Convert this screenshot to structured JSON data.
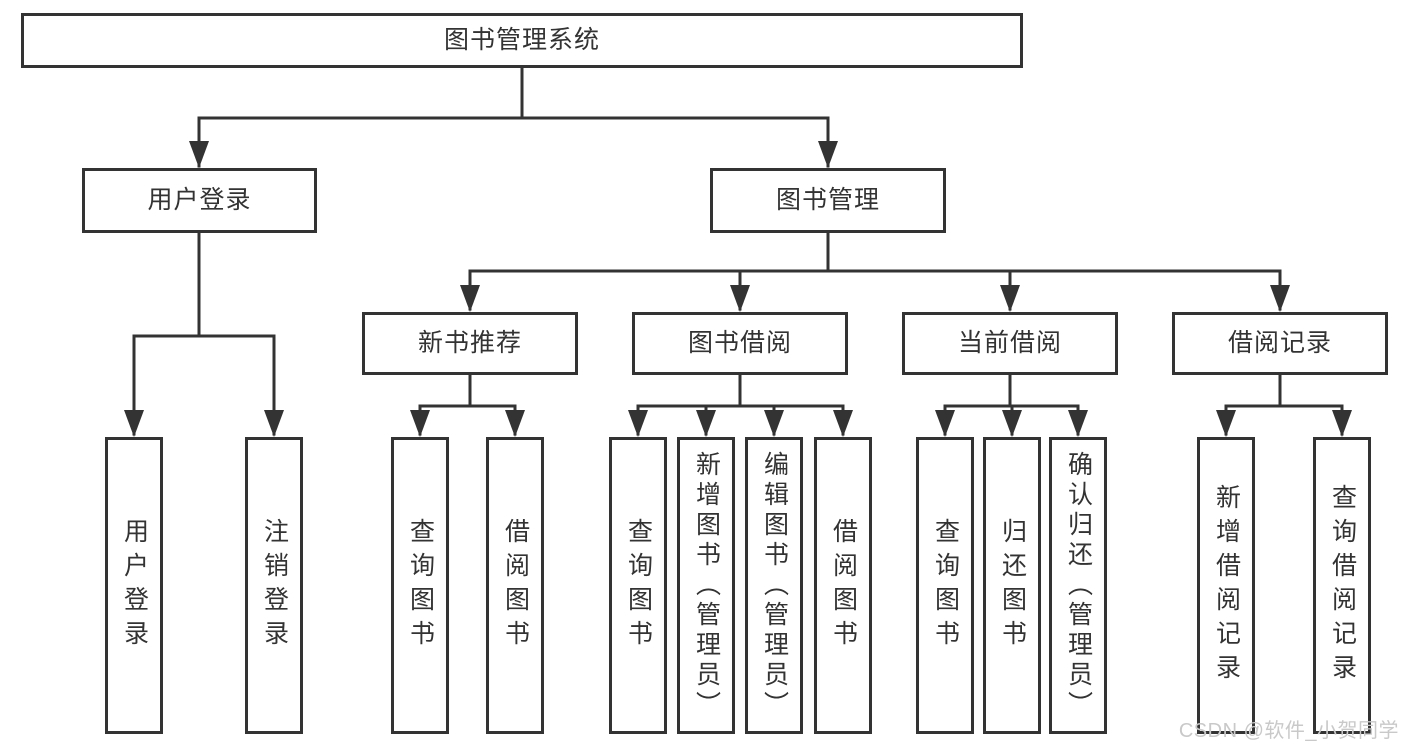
{
  "watermark": "CSDN @软件_小贺同学",
  "colors": {
    "line": "#333333",
    "text": "#333333",
    "background": "#ffffff",
    "watermark": "#c9c9c9"
  },
  "tree": {
    "root": {
      "label": "图书管理系统"
    },
    "branches": [
      {
        "label": "用户登录",
        "leaves": [
          {
            "label": "用户登录"
          },
          {
            "label": "注销登录"
          }
        ]
      },
      {
        "label": "图书管理",
        "groups": [
          {
            "label": "新书推荐",
            "leaves": [
              {
                "label": "查询图书"
              },
              {
                "label": "借阅图书"
              }
            ]
          },
          {
            "label": "图书借阅",
            "leaves": [
              {
                "label": "查询图书"
              },
              {
                "label": "新增图书（管理员）"
              },
              {
                "label": "编辑图书（管理员）"
              },
              {
                "label": "借阅图书"
              }
            ]
          },
          {
            "label": "当前借阅",
            "leaves": [
              {
                "label": "查询图书"
              },
              {
                "label": "归还图书"
              },
              {
                "label": "确认归还（管理员）"
              }
            ]
          },
          {
            "label": "借阅记录",
            "leaves": [
              {
                "label": "新增借阅记录"
              },
              {
                "label": "查询借阅记录"
              }
            ]
          }
        ]
      }
    ]
  }
}
